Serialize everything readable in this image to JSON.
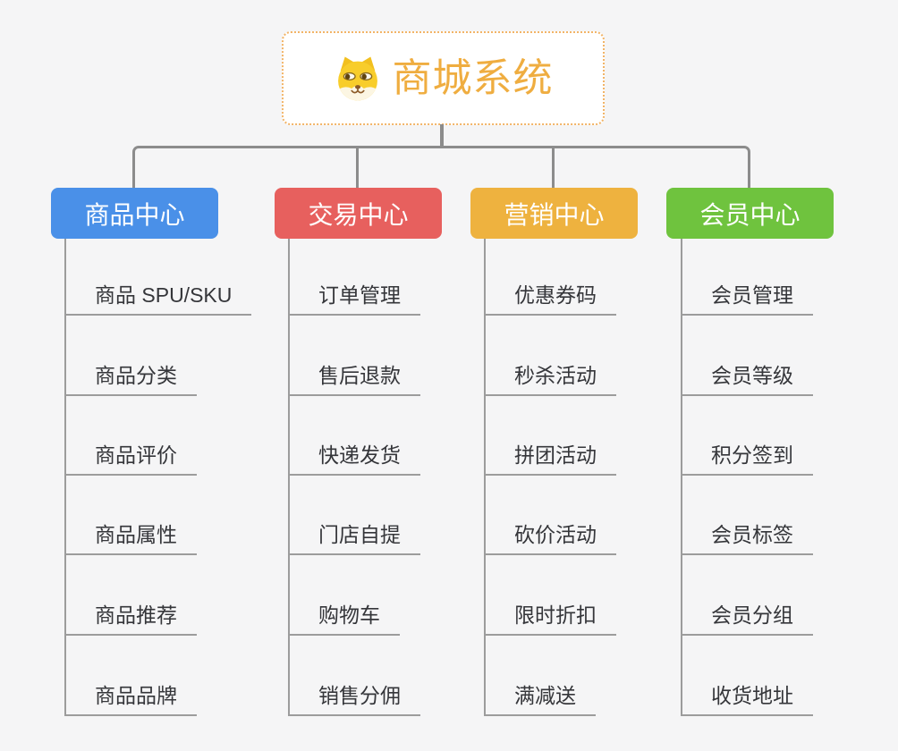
{
  "root": {
    "title": "商城系统",
    "icon": "dog-face-icon",
    "title_color": "#efad40",
    "border_color": "#f2b467"
  },
  "connector_color": "#8c8c8c",
  "leaf_line_color": "#9c9c9c",
  "branches": [
    {
      "label": "商品中心",
      "color": "#4a90e8",
      "children": [
        "商品 SPU/SKU",
        "商品分类",
        "商品评价",
        "商品属性",
        "商品推荐",
        "商品品牌"
      ]
    },
    {
      "label": "交易中心",
      "color": "#e7605e",
      "children": [
        "订单管理",
        "售后退款",
        "快递发货",
        "门店自提",
        "购物车",
        "销售分佣"
      ]
    },
    {
      "label": "营销中心",
      "color": "#eeb23f",
      "children": [
        "优惠券码",
        "秒杀活动",
        "拼团活动",
        "砍价活动",
        "限时折扣",
        "满减送"
      ]
    },
    {
      "label": "会员中心",
      "color": "#6fc33e",
      "children": [
        "会员管理",
        "会员等级",
        "积分签到",
        "会员标签",
        "会员分组",
        "收货地址"
      ]
    }
  ]
}
